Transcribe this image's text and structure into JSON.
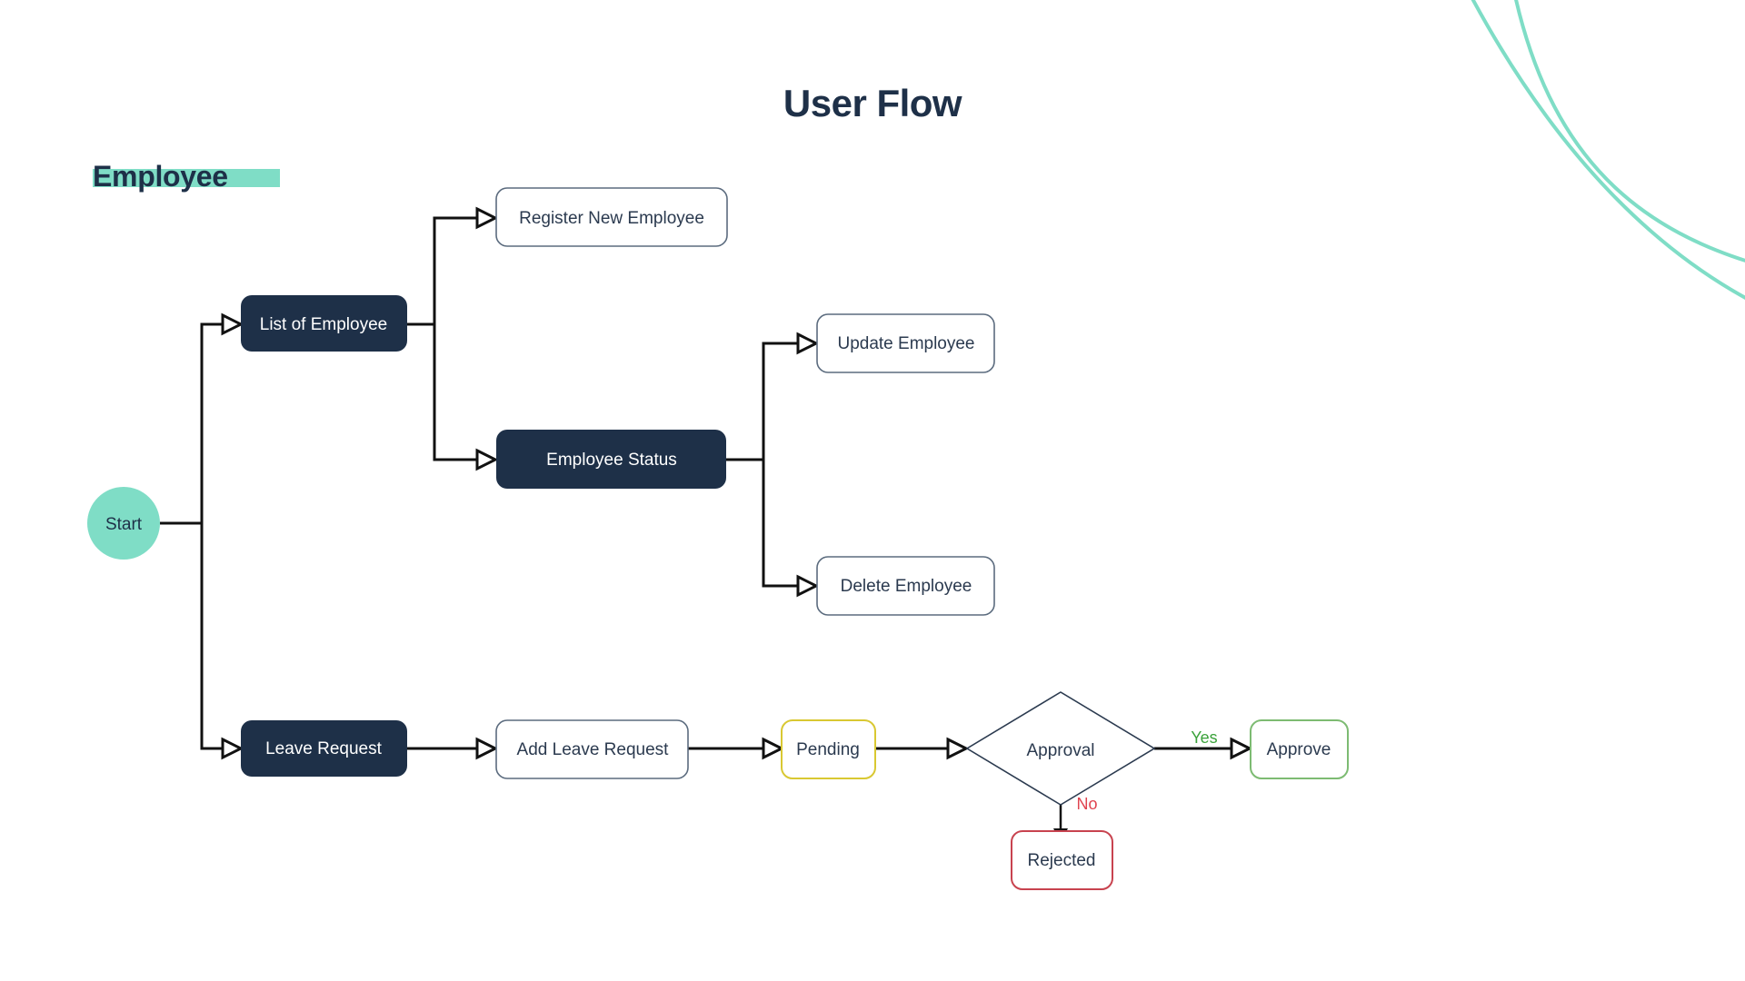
{
  "page": {
    "title": "User Flow",
    "background_color": "#FFFFFF"
  },
  "section": {
    "label": "Employee",
    "highlight_color": "#7FDDC6"
  },
  "decoration": {
    "arc_color": "#7FDDC6",
    "arc_count": 2
  },
  "palette": {
    "dark_node": "#1E3048",
    "dark_node_text": "#FFFFFF",
    "light_node_border": "#5B6B7E",
    "light_node_text": "#2B3A4F",
    "start_fill": "#7FDDC6",
    "pending_border": "#D9C832",
    "approve_border": "#7DBB72",
    "rejected_border": "#C8434F",
    "yes_label": "#3BA23B",
    "no_label": "#E0434F",
    "connector": "#111111"
  },
  "chart_data": {
    "type": "diagram",
    "title": "User Flow",
    "subtitle": "Employee",
    "nodes": [
      {
        "id": "start",
        "label": "Start",
        "shape": "circle",
        "style": "start"
      },
      {
        "id": "list-employee",
        "label": "List of Employee",
        "shape": "rounded-rect",
        "style": "dark"
      },
      {
        "id": "register",
        "label": "Register New Employee",
        "shape": "rounded-rect",
        "style": "light"
      },
      {
        "id": "employee-status",
        "label": "Employee Status",
        "shape": "rounded-rect",
        "style": "dark"
      },
      {
        "id": "update-employee",
        "label": "Update Employee",
        "shape": "rounded-rect",
        "style": "light"
      },
      {
        "id": "delete-employee",
        "label": "Delete Employee",
        "shape": "rounded-rect",
        "style": "light"
      },
      {
        "id": "leave-request",
        "label": "Leave Request",
        "shape": "rounded-rect",
        "style": "dark"
      },
      {
        "id": "add-leave",
        "label": "Add Leave Request",
        "shape": "rounded-rect",
        "style": "light"
      },
      {
        "id": "pending",
        "label": "Pending",
        "shape": "rounded-rect",
        "style": "pending"
      },
      {
        "id": "approval",
        "label": "Approval",
        "shape": "diamond",
        "style": "decision"
      },
      {
        "id": "approve",
        "label": "Approve",
        "shape": "rounded-rect",
        "style": "approve"
      },
      {
        "id": "rejected",
        "label": "Rejected",
        "shape": "rounded-rect",
        "style": "rejected"
      }
    ],
    "edges": [
      {
        "from": "start",
        "to": "list-employee",
        "label": ""
      },
      {
        "from": "start",
        "to": "leave-request",
        "label": ""
      },
      {
        "from": "list-employee",
        "to": "register",
        "label": ""
      },
      {
        "from": "list-employee",
        "to": "employee-status",
        "label": ""
      },
      {
        "from": "employee-status",
        "to": "update-employee",
        "label": ""
      },
      {
        "from": "employee-status",
        "to": "delete-employee",
        "label": ""
      },
      {
        "from": "leave-request",
        "to": "add-leave",
        "label": ""
      },
      {
        "from": "add-leave",
        "to": "pending",
        "label": ""
      },
      {
        "from": "pending",
        "to": "approval",
        "label": ""
      },
      {
        "from": "approval",
        "to": "approve",
        "label": "Yes"
      },
      {
        "from": "approval",
        "to": "rejected",
        "label": "No"
      }
    ],
    "edge_labels": {
      "yes": "Yes",
      "no": "No"
    }
  }
}
